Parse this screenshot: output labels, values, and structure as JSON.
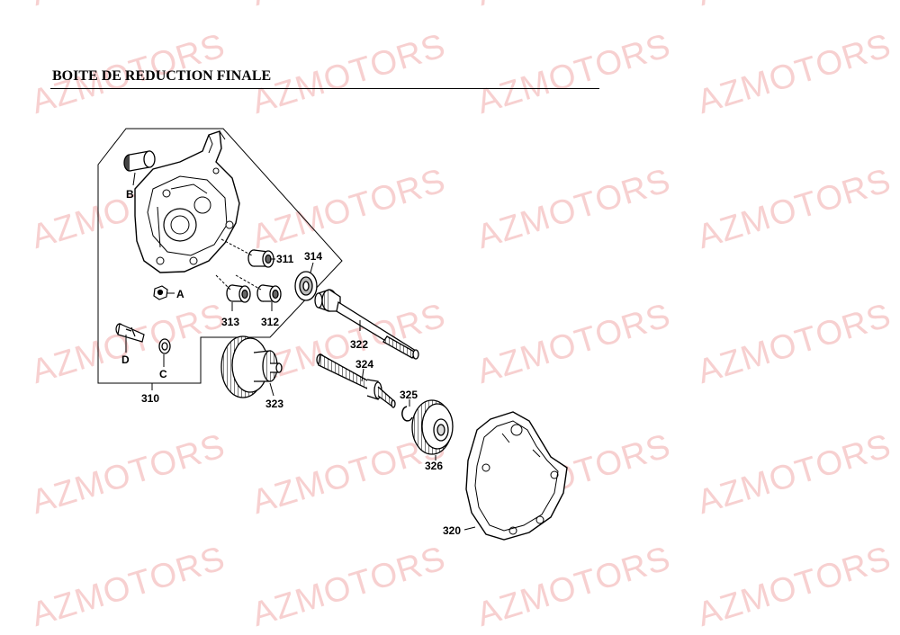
{
  "title": "BOITE DE REDUCTION FINALE",
  "watermark": "AZMOTORS",
  "watermark_color": "#f0aaaa",
  "parts": {
    "b": "B",
    "a": "A",
    "d": "D",
    "c": "C",
    "p310": "310",
    "p311": "311",
    "p312": "312",
    "p313": "313",
    "p314": "314",
    "p320": "320",
    "p322": "322",
    "p323": "323",
    "p324": "324",
    "p325": "325",
    "p326": "326"
  }
}
